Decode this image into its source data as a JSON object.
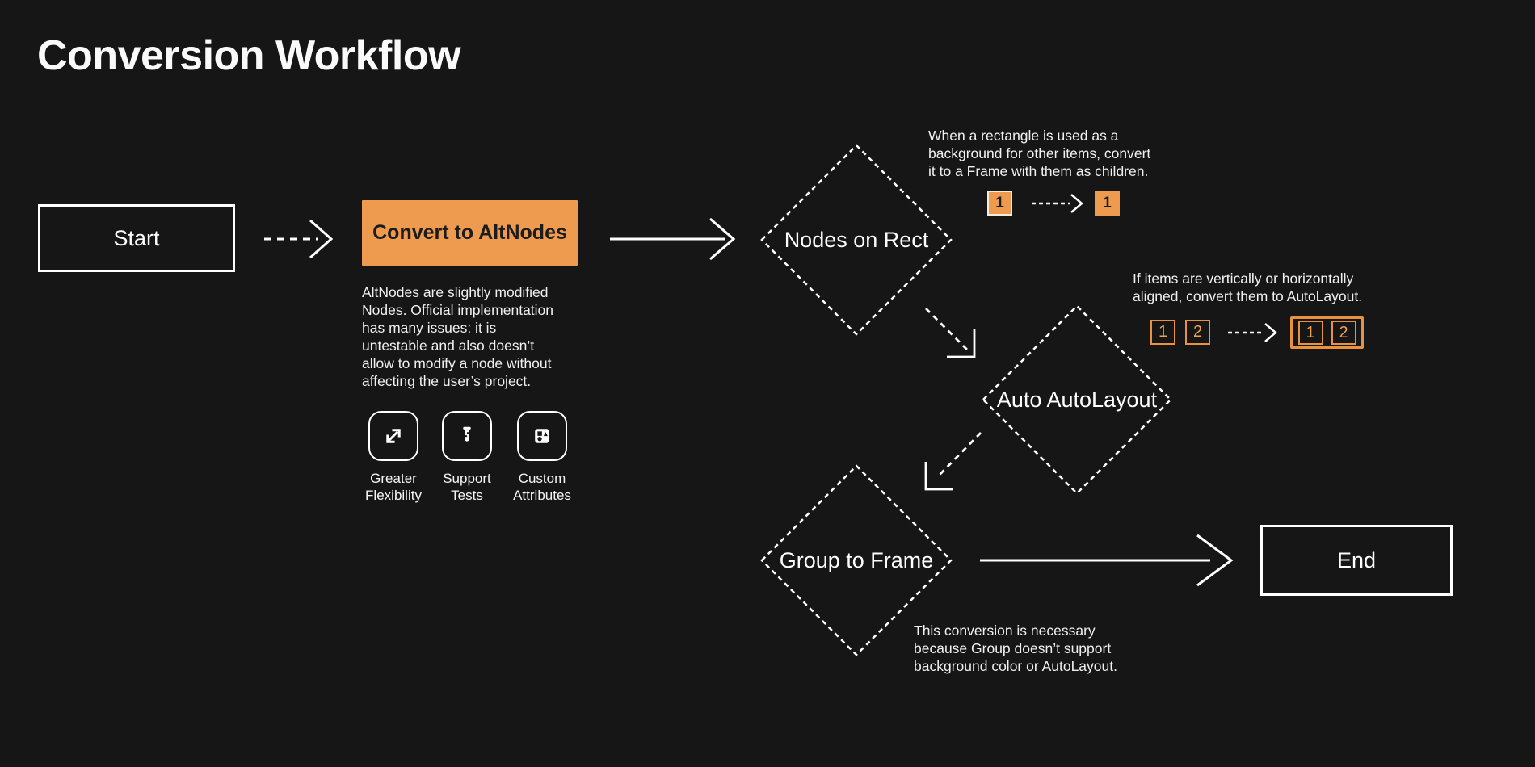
{
  "title": "Conversion Workflow",
  "colors": {
    "background": "#161616",
    "stroke_white": "#ffffff",
    "orange_fill": "#ee9b4f",
    "orange_outline": "#e8913f",
    "dark_text_on_orange": "#1c1c1c"
  },
  "nodes": {
    "start": {
      "label": "Start"
    },
    "convert_to_altnodes": {
      "label": "Convert to AltNodes",
      "description": "AltNodes are slightly modified\nNodes. Official implementation\nhas many issues: it is\nuntestable and also doesn’t\nallow to modify a node without\naffecting the user’s project.",
      "features": [
        {
          "icon": "expand-arrows-icon",
          "label": "Greater\nFlexibility"
        },
        {
          "icon": "test-tube-icon",
          "label": "Support\nTests"
        },
        {
          "icon": "shapes-icon",
          "label": "Custom\nAttributes"
        }
      ]
    },
    "nodes_on_rect": {
      "label": "Nodes on Rect",
      "note": "When a rectangle is used as a\nbackground for other items, convert\nit to a Frame with them as children.",
      "badges": {
        "before": "1",
        "after": "1"
      }
    },
    "auto_autolayout": {
      "label": "Auto AutoLayout",
      "note": "If items are vertically or horizontally\naligned, convert them to AutoLayout.",
      "badges": {
        "before": [
          "1",
          "2"
        ],
        "after": [
          "1",
          "2"
        ]
      }
    },
    "group_to_frame": {
      "label": "Group to Frame",
      "note": "This conversion is necessary\nbecause Group doesn’t support\nbackground color or AutoLayout."
    },
    "end": {
      "label": "End"
    }
  }
}
